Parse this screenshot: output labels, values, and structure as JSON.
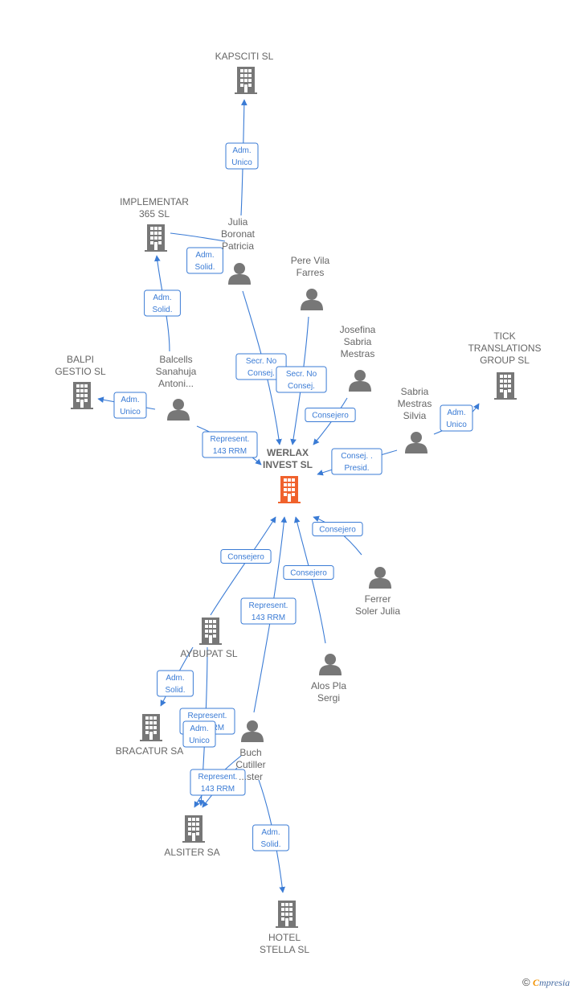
{
  "colors": {
    "edge": "#3a7bd5",
    "node": "#777777",
    "main_node": "#f0622d"
  },
  "nodes": [
    {
      "id": "kapsciti",
      "type": "company",
      "label": [
        "KAPSCITI  SL"
      ]
    },
    {
      "id": "implementar",
      "type": "company",
      "label": [
        "IMPLEMENTAR",
        "365  SL"
      ]
    },
    {
      "id": "julia",
      "type": "person",
      "label": [
        "Julia",
        "Boronat",
        "Patricia"
      ]
    },
    {
      "id": "pere",
      "type": "person",
      "label": [
        "Pere Vila",
        "Farres"
      ]
    },
    {
      "id": "josefina",
      "type": "person",
      "label": [
        "Josefina",
        "Sabria",
        "Mestras"
      ]
    },
    {
      "id": "tick",
      "type": "company",
      "label": [
        "TICK",
        "TRANSLATIONS",
        "GROUP  SL"
      ]
    },
    {
      "id": "balpi",
      "type": "company",
      "label": [
        "BALPI",
        "GESTIO  SL"
      ]
    },
    {
      "id": "balcells",
      "type": "person",
      "label": [
        "Balcells",
        "Sanahuja",
        "Antoni..."
      ]
    },
    {
      "id": "sabria",
      "type": "person",
      "label": [
        "Sabria",
        "Mestras",
        "Silvia"
      ]
    },
    {
      "id": "werlax",
      "type": "main",
      "label": [
        "WERLAX",
        "INVEST  SL"
      ]
    },
    {
      "id": "ferrer",
      "type": "person",
      "label": [
        "Ferrer",
        "Soler Julia"
      ]
    },
    {
      "id": "aybupat",
      "type": "company",
      "label": [
        "AYBUPAT  SL"
      ]
    },
    {
      "id": "alos",
      "type": "person",
      "label": [
        "Alos Pla",
        "Sergi"
      ]
    },
    {
      "id": "bracatur",
      "type": "company",
      "label": [
        "BRACATUR SA"
      ]
    },
    {
      "id": "buch",
      "type": "person",
      "label": [
        "Buch",
        "Cutiller",
        "...ster"
      ]
    },
    {
      "id": "alsiter",
      "type": "company",
      "label": [
        "ALSITER SA"
      ]
    },
    {
      "id": "hotel",
      "type": "company",
      "label": [
        "HOTEL",
        "STELLA SL"
      ]
    }
  ],
  "edges": [
    {
      "id": "julia-kapsciti",
      "label": [
        "Adm.",
        "Unico"
      ]
    },
    {
      "id": "julia-implementar",
      "label": [
        "Adm.",
        "Solid."
      ]
    },
    {
      "id": "balcells-implementar",
      "label": [
        "Adm.",
        "Solid."
      ]
    },
    {
      "id": "balcells-balpi",
      "label": [
        "Adm.",
        "Unico"
      ]
    },
    {
      "id": "julia-werlax",
      "label": [
        "Secr.  No",
        "Consej."
      ]
    },
    {
      "id": "pere-werlax",
      "label": [
        "Secr.  No",
        "Consej."
      ]
    },
    {
      "id": "josefina-werlax",
      "label": [
        "Consejero"
      ]
    },
    {
      "id": "sabria-tick",
      "label": [
        "Adm.",
        "Unico"
      ]
    },
    {
      "id": "sabria-werlax",
      "label": [
        "Consej. .",
        "Presid."
      ]
    },
    {
      "id": "balcells-werlax",
      "label": [
        "Represent.",
        "143 RRM"
      ]
    },
    {
      "id": "ferrer-werlax",
      "label": [
        "Consejero"
      ]
    },
    {
      "id": "aybupat-werlax",
      "label": [
        "Consejero"
      ]
    },
    {
      "id": "alos-werlax",
      "label": [
        "Consejero"
      ]
    },
    {
      "id": "buch-werlax",
      "label": [
        "Represent.",
        "143 RRM"
      ]
    },
    {
      "id": "aybupat-bracatur",
      "label": [
        "Adm.",
        "Solid."
      ]
    },
    {
      "id": "aybupat-bracatur-rep",
      "label": [
        "Represent.",
        "143 RRM"
      ]
    },
    {
      "id": "buch-alsiter",
      "label": [
        "Adm.",
        "Unico"
      ]
    },
    {
      "id": "buch-alsiter-rep",
      "label": [
        "Represent.",
        "143 RRM"
      ]
    },
    {
      "id": "buch-hotel",
      "label": [
        "Adm.",
        "Solid."
      ]
    }
  ],
  "brand": {
    "copyright": "©",
    "e": "C",
    "name": "mpresia"
  }
}
